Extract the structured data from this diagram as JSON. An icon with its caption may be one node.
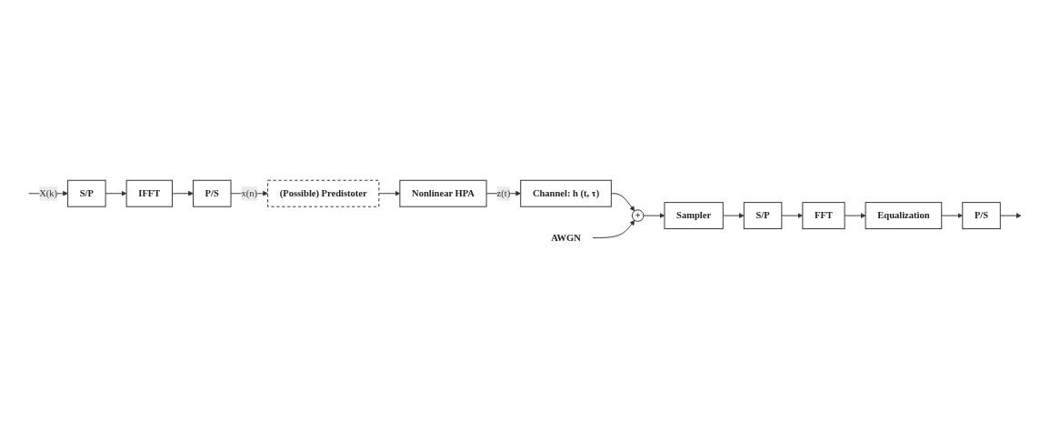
{
  "diagram": {
    "nodes": [
      {
        "text": [
          "S/P"
        ]
      },
      {
        "text": [
          "IFFT"
        ]
      },
      {
        "text": [
          "P/S"
        ]
      },
      {
        "text": [
          "(Possible) Predistoter"
        ]
      },
      {
        "text": [
          "Nonlinear HPA"
        ]
      },
      {
        "text": [
          "Channel: h (t, τ)"
        ]
      },
      {
        "text": [
          "+"
        ]
      },
      {
        "text": [
          "AWGN"
        ]
      },
      {
        "text": [
          "Sampler"
        ]
      },
      {
        "text": [
          "S/P"
        ]
      },
      {
        "text": [
          "FFT"
        ]
      },
      {
        "text": [
          "Equalization"
        ]
      },
      {
        "text": [
          "P/S"
        ]
      }
    ],
    "edges": [
      {
        "from": null,
        "to": 0,
        "arrow": "to",
        "label": "X(k)"
      },
      {
        "from": 0,
        "to": 1,
        "arrow": "to"
      },
      {
        "from": 1,
        "to": 2,
        "arrow": "to"
      },
      {
        "from": 2,
        "to": 3,
        "arrow": "to",
        "label": "x(n)"
      },
      {
        "from": 3,
        "to": 4,
        "arrow": "to"
      },
      {
        "from": 4,
        "to": 5,
        "arrow": "to",
        "label": "z(t)"
      },
      {
        "from": 5,
        "to": 6,
        "arrow": "to"
      },
      {
        "from": 7,
        "to": 6,
        "arrow": "to"
      },
      {
        "from": 6,
        "to": 8,
        "arrow": "to"
      },
      {
        "from": 8,
        "to": 9,
        "arrow": "to"
      },
      {
        "from": 9,
        "to": 10,
        "arrow": "to"
      },
      {
        "from": 10,
        "to": 11,
        "arrow": "to"
      },
      {
        "from": 11,
        "to": 12,
        "arrow": "to"
      },
      {
        "from": 12,
        "to": null,
        "arrow": "to"
      }
    ]
  }
}
